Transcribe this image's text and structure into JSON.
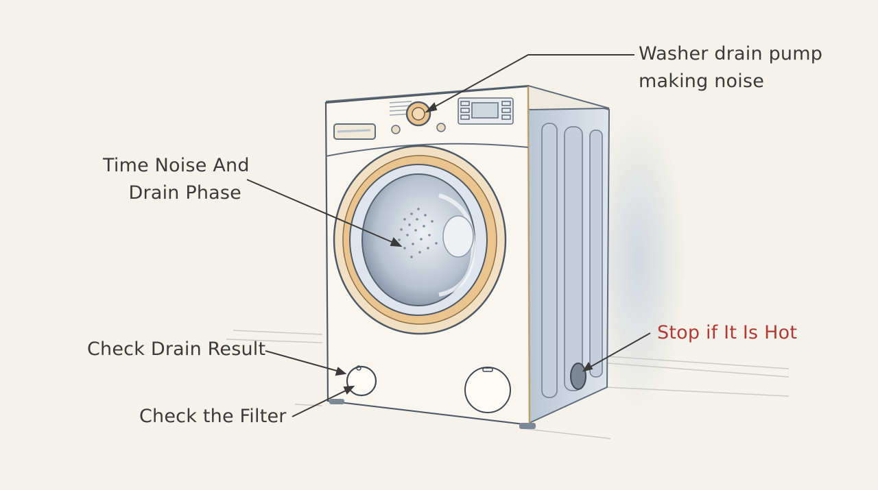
{
  "diagram": {
    "labels": {
      "drain_pump": {
        "line1": "Washer drain pump",
        "line2": "making noise"
      },
      "time_noise": {
        "line1": "Time Noise And",
        "line2": "Drain Phase"
      },
      "check_drain": "Check Drain Result",
      "check_filter": "Check the Filter",
      "stop_hot": "Stop if It Is Hot"
    },
    "colors": {
      "background": "#f4f2ea",
      "ink": "#3a3a3a",
      "warning": "#b03a35",
      "accent_gold": "#e3b979",
      "steel_blue": "#8fa4bd"
    }
  }
}
